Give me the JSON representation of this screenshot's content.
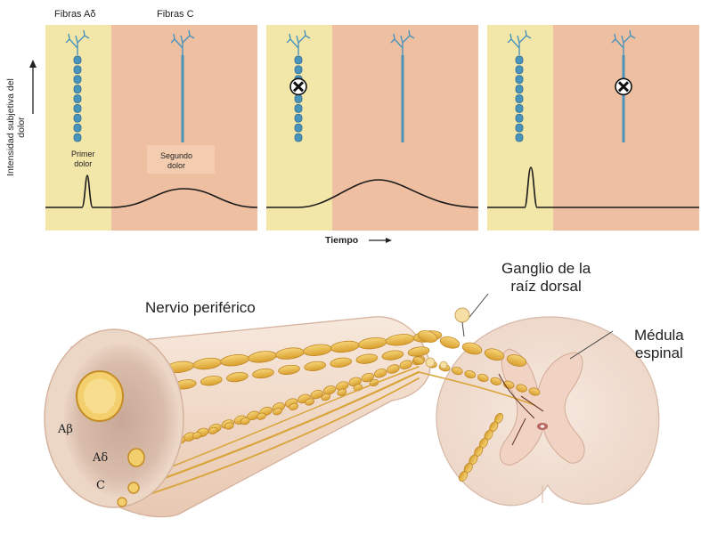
{
  "top": {
    "col_a_delta": "Fibras Aδ",
    "col_c": "Fibras C",
    "first_pain": "Primer\ndolor",
    "second_pain": "Segundo\ndolor",
    "y_axis_line1": "Intensidad subjetiva del",
    "y_axis_line2": "dolor",
    "x_axis": "Tiempo"
  },
  "bottom": {
    "peripheral_nerve": "Nervio periférico",
    "dorsal_root_ganglion_line1": "Ganglio de la",
    "dorsal_root_ganglion_line2": "raíz dorsal",
    "spinal_cord_line1": "Médula",
    "spinal_cord_line2": "espinal",
    "fiber_abeta": "Aβ",
    "fiber_adelta": "Aδ",
    "fiber_c": "C"
  },
  "colors": {
    "panel_yellow": "#f3e6a9",
    "panel_peach": "#eebfa0",
    "axon_blue": "#4a94bc",
    "nerve_gold": "#e6b43c",
    "nerve_sheath": "#f2dcc9",
    "spinal_cord": "#f3e3d8"
  }
}
